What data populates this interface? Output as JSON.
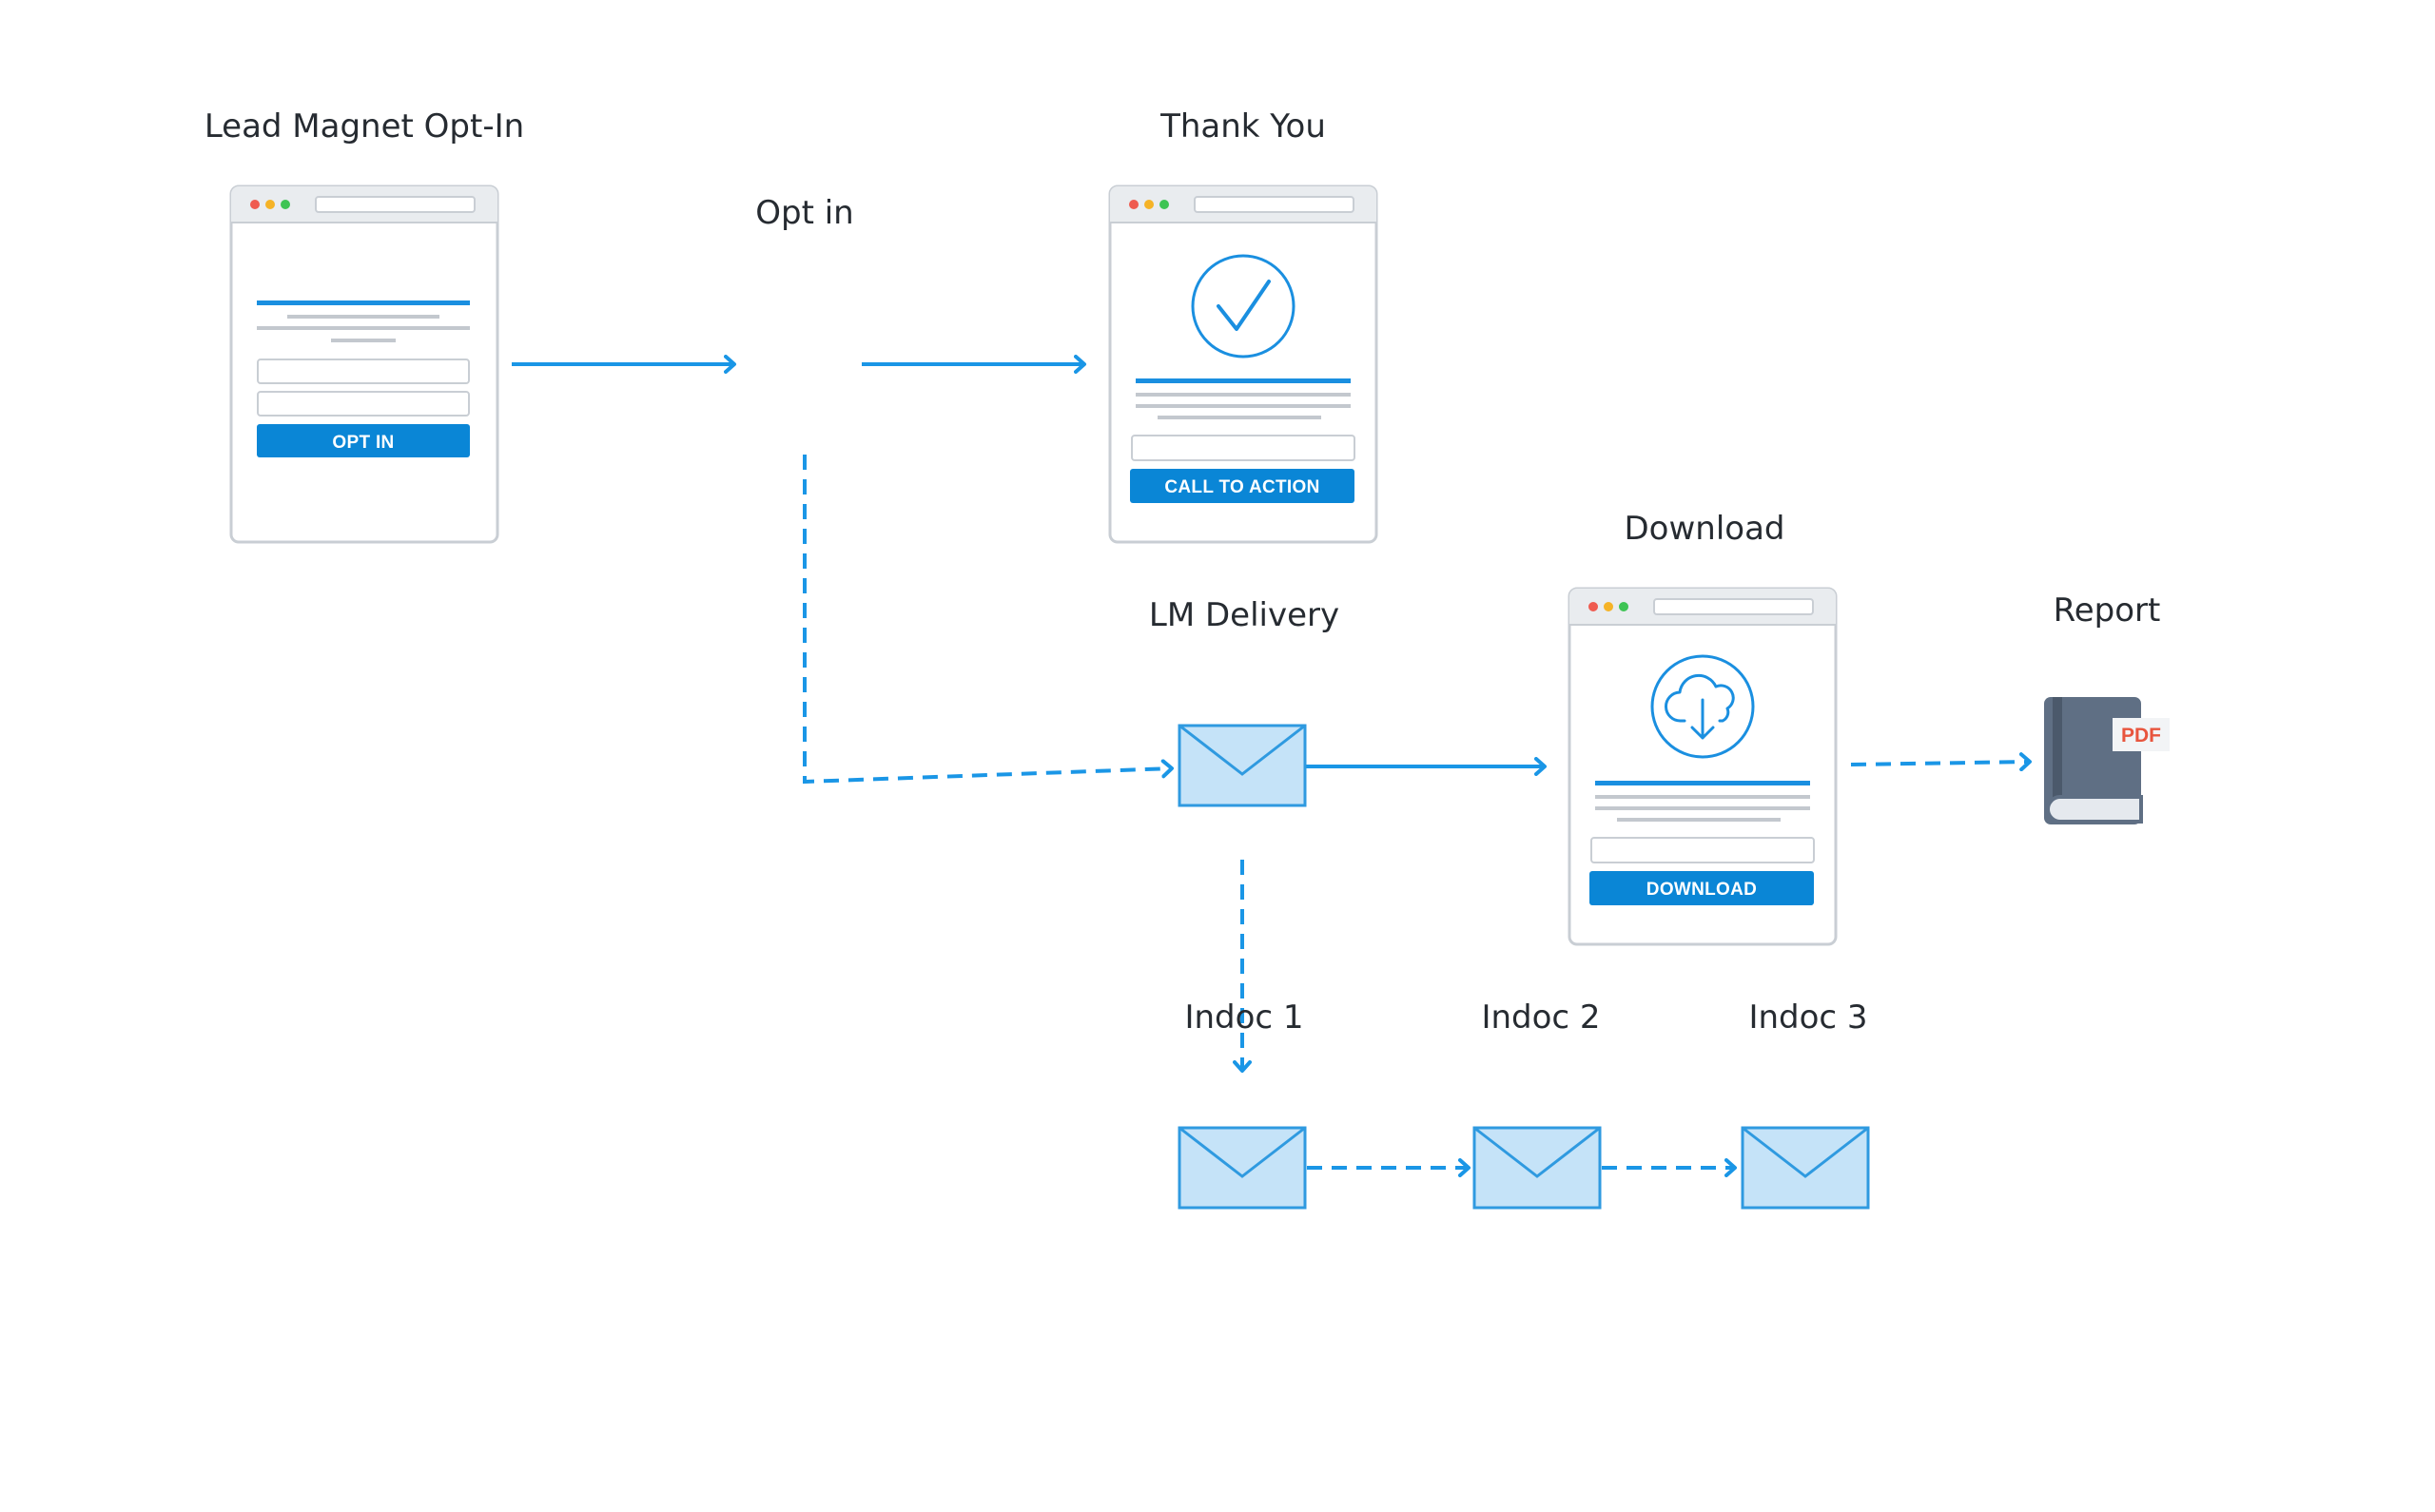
{
  "labels": {
    "lead_magnet": "Lead Magnet Opt-In",
    "opt_in": "Opt in",
    "thank_you": "Thank You",
    "download": "Download",
    "lm_delivery": "LM Delivery",
    "report": "Report",
    "indoc1": "Indoc 1",
    "indoc2": "Indoc 2",
    "indoc3": "Indoc 3"
  },
  "buttons": {
    "opt_in": "OPT IN",
    "call_to_action": "CALL TO ACTION",
    "download": "DOWNLOAD"
  },
  "report_badge": "PDF",
  "icons": {
    "optin_decision": "user-icon",
    "thank_you_page": "checkmark-icon",
    "download_page": "cloud-download-icon",
    "emails": "envelope-icon",
    "report": "pdf-book-icon"
  },
  "colors": {
    "arrow": "#1a96e6",
    "button": "#0a86d6",
    "decision": "#fcae17",
    "envelope_fill": "#c5e3f8",
    "envelope_stroke": "#2f9ae0",
    "window_border": "#c9ced4",
    "book": "#5f6f84"
  }
}
